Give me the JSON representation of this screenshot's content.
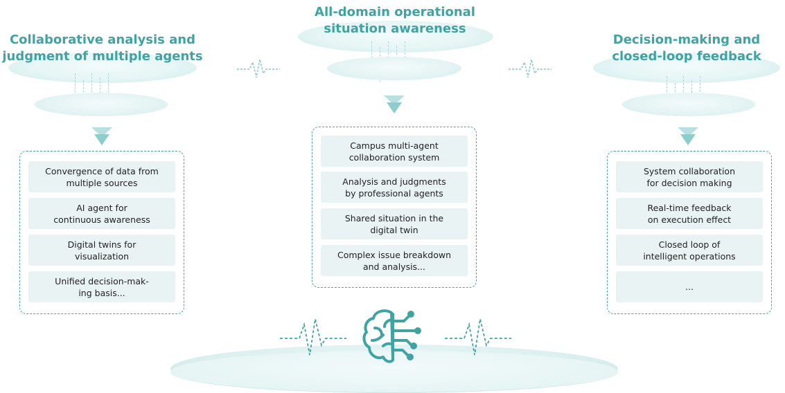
{
  "columns": {
    "left": {
      "title": "Collaborative analysis and\njudgment of multiple agents",
      "items": [
        "Convergence of data from\nmultiple sources",
        "AI agent for\ncontinuous awareness",
        "Digital twins for\nvisualization",
        "Unified decision-mak-\ning basis..."
      ]
    },
    "center": {
      "title": "All-domain operational\nsituation awareness",
      "items": [
        "Campus multi-agent\ncollaboration system",
        "Analysis and judgments\nby professional agents",
        "Shared situation in the\ndigital twin",
        "Complex issue breakdown\nand analysis..."
      ]
    },
    "right": {
      "title": "Decision-making and\nclosed-loop feedback",
      "items": [
        "System collaboration\nfor decision making",
        "Real-time feedback\non execution effect",
        "Closed loop of\nintelligent operations",
        "..."
      ]
    }
  },
  "colors": {
    "accent": "#3fa3a3",
    "panel_border": "#47a6a6",
    "item_bg": "#e9f3f3"
  },
  "icons": [
    "pulse-wave-icon",
    "ai-brain-icon",
    "down-chevron-arrow-icon"
  ]
}
